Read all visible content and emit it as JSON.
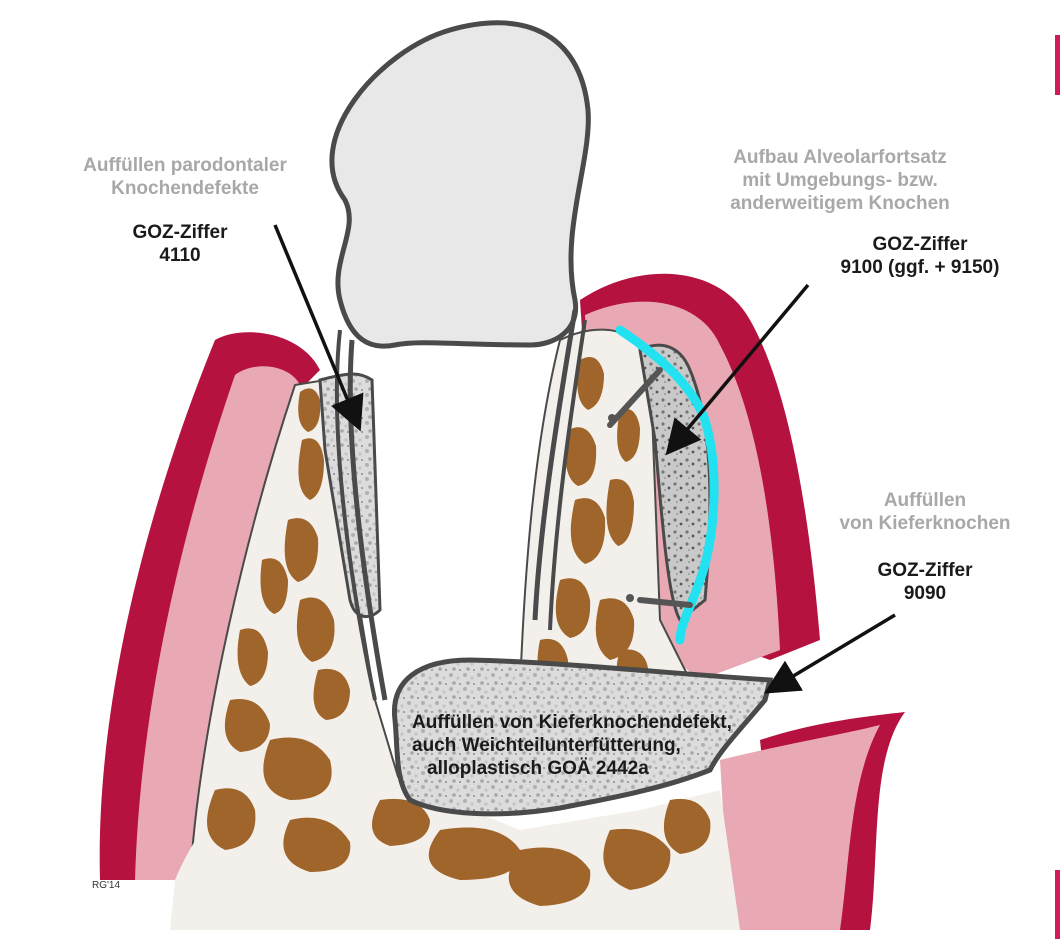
{
  "labels": {
    "left": {
      "title_line1": "Auffüllen parodontaler",
      "title_line2": "Knochendefekte",
      "code_label": "GOZ-Ziffer",
      "code_value": "4110"
    },
    "right_top": {
      "title_line1": "Aufbau Alveolarfortsatz",
      "title_line2": "mit Umgebungs- bzw.",
      "title_line3": "anderweitigem Knochen",
      "code_label": "GOZ-Ziffer",
      "code_value": "9100 (ggf. + 9150)"
    },
    "right_mid": {
      "title_line1": "Auffüllen",
      "title_line2": "von Kieferknochen",
      "code_label": "GOZ-Ziffer",
      "code_value": "9090"
    },
    "bottom": {
      "line1": "Auffüllen von Kieferknochendefekt,",
      "line2": "auch Weichteilunterfütterung,",
      "line3": "alloplastisch GOÄ 2442a"
    },
    "signature": "RG'14"
  },
  "colors": {
    "gum_dark": "#b5123f",
    "gum_light": "#e9a9b4",
    "bone_brown": "#a0652a",
    "graft_grey": "#d9d9d9",
    "tooth_fill": "#e8e8e8",
    "outline": "#4a4a4a",
    "membrane_cyan": "#22e1f0",
    "label_grey": "#a8a8a8"
  }
}
